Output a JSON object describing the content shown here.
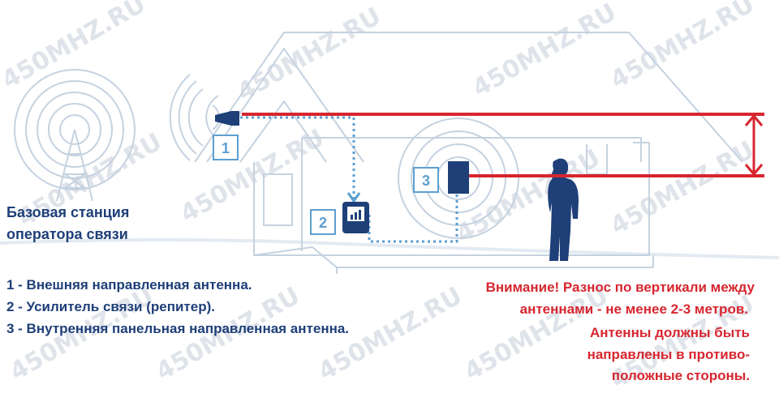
{
  "labels": {
    "base_station_line1": "Базовая станция",
    "base_station_line2": "оператора связи",
    "badge_1": "1",
    "badge_2": "2",
    "badge_3": "3"
  },
  "legend": [
    "1 - Внешняя направленная антенна.",
    "2 - Усилитель связи (репитер).",
    "3 - Внутренняя панельная направленная антенна."
  ],
  "warning": [
    "Внимание! Разнос по вертикали между",
    "антеннами - не менее 2-3 метров.",
    "Антенны должны быть",
    "направлены в противо-",
    "положные стороны."
  ],
  "watermark": "450MHZ.RU",
  "colors": {
    "dark_blue": "#1e3f78",
    "light_blue": "#5d9fd0",
    "outline": "#c5d2e0",
    "red": "#d7262f"
  }
}
